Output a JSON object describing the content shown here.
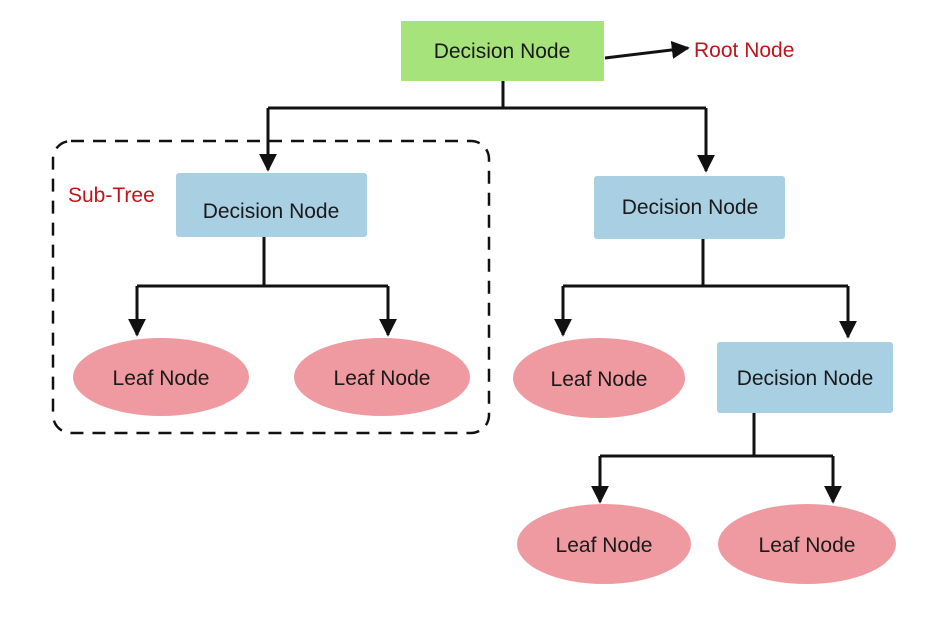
{
  "colors": {
    "root_fill": "#a6e37b",
    "decision_fill": "#a9cfe3",
    "leaf_fill": "#ef9aa0",
    "annotation_text": "#c0141b",
    "line": "#111111"
  },
  "root_label": "Root Node",
  "subtree_label": "Sub-Tree",
  "nodes": {
    "root": "Decision Node",
    "left_decision": "Decision Node",
    "right_decision": "Decision Node",
    "right_sub_decision": "Decision Node",
    "leaf_1": "Leaf Node",
    "leaf_2": "Leaf Node",
    "leaf_3": "Leaf Node",
    "leaf_4": "Leaf Node",
    "leaf_5": "Leaf Node"
  }
}
